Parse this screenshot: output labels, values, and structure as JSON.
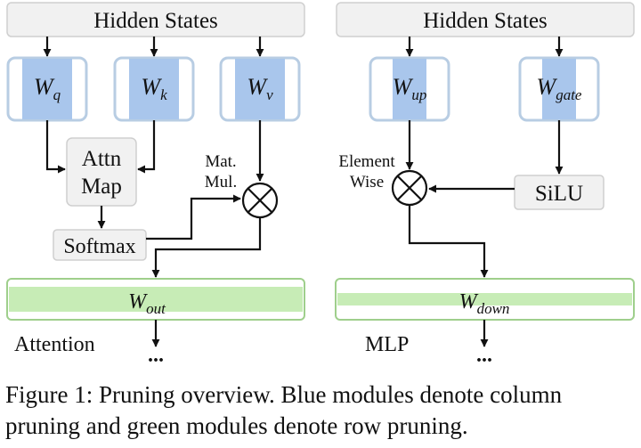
{
  "colors": {
    "blue_fill": "#a9c6ec",
    "blue_border": "#b8cde3",
    "green_fill": "#c7ecb6",
    "green_border": "#9fcf8c",
    "gray_fill": "#f1f1f1",
    "gray_border": "#cfcfcf",
    "line": "#111111"
  },
  "attention": {
    "hidden_states": "Hidden States",
    "wq": {
      "base": "W",
      "sub": "q"
    },
    "wk": {
      "base": "W",
      "sub": "k"
    },
    "wv": {
      "base": "W",
      "sub": "v"
    },
    "attn_map_line1": "Attn",
    "attn_map_line2": "Map",
    "softmax": "Softmax",
    "matmul_line1": "Mat.",
    "matmul_line2": "Mul.",
    "wout": {
      "base": "W",
      "sub": "out"
    },
    "label": "Attention",
    "ellipsis": "..."
  },
  "mlp": {
    "hidden_states": "Hidden States",
    "wup": {
      "base": "W",
      "sub": "up"
    },
    "wgate": {
      "base": "W",
      "sub": "gate"
    },
    "elementwise_line1": "Element",
    "elementwise_line2": "Wise",
    "silu": "SiLU",
    "wdown": {
      "base": "W",
      "sub": "down"
    },
    "label": "MLP",
    "ellipsis": "..."
  },
  "caption": "Figure 1: Pruning overview. Blue modules denote column pruning and green modules denote row pruning."
}
